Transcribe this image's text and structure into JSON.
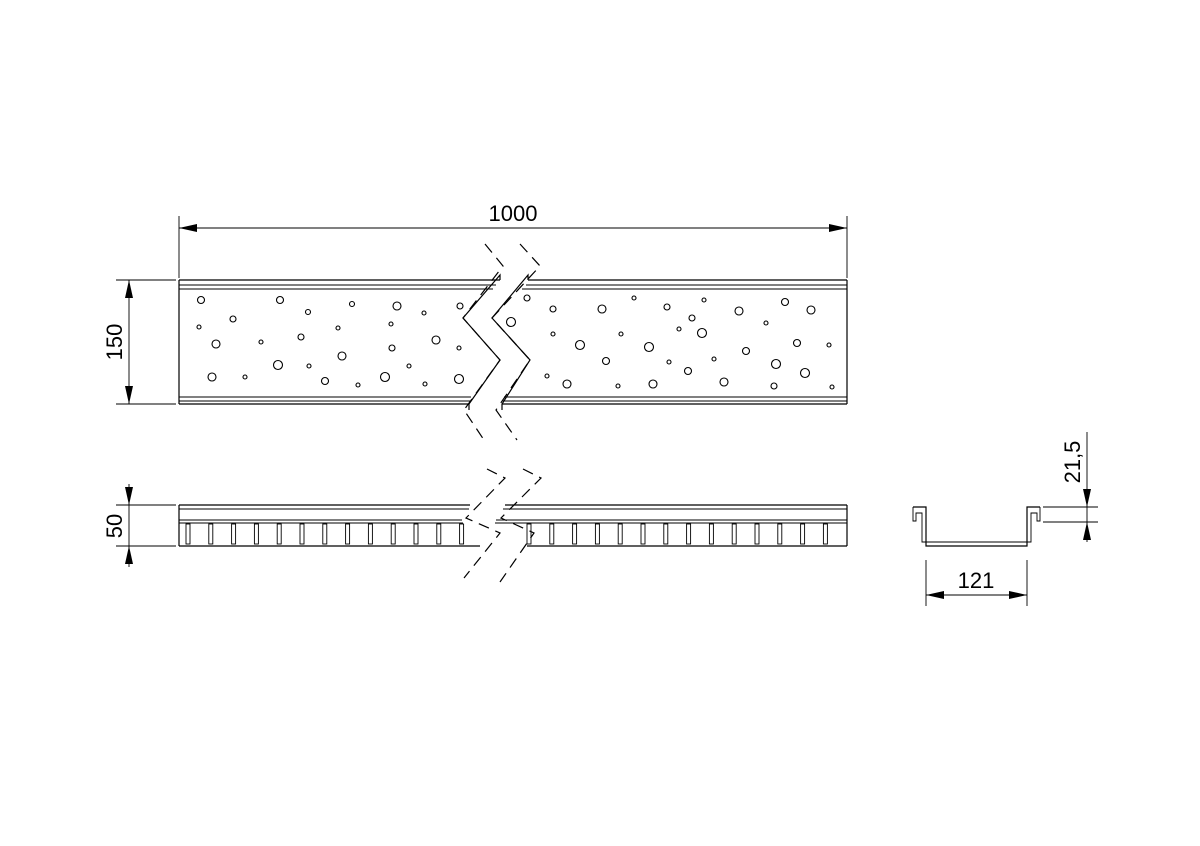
{
  "drawing": {
    "dimensions": {
      "length": "1000",
      "grate_width": "150",
      "height": "50",
      "section_width": "121",
      "section_depth": "21,5"
    }
  }
}
